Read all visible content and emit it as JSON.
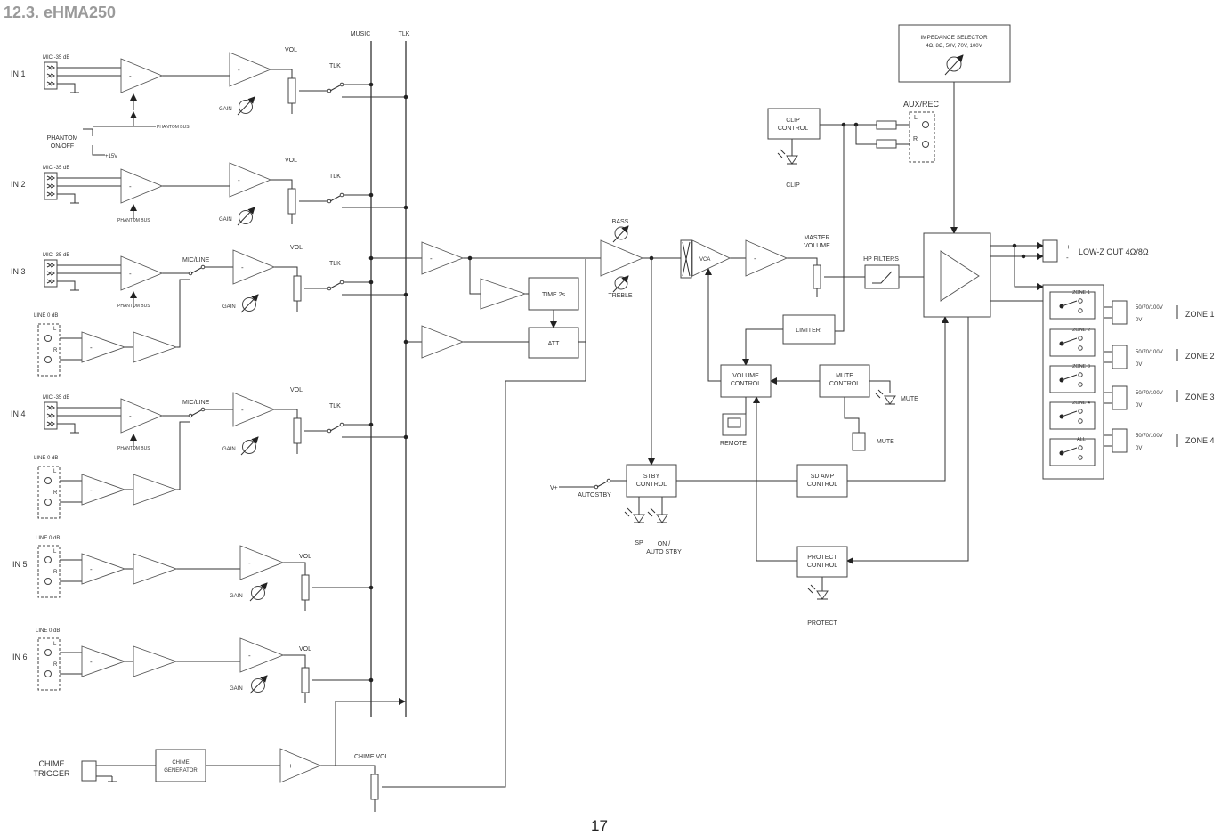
{
  "header": {
    "section_title": "12.3. eHMA250"
  },
  "footer": {
    "page_number": "17"
  },
  "bus_labels": {
    "music": "MUSIC",
    "talk": "TLK"
  },
  "inputs": [
    {
      "name": "IN 1",
      "mic_label": "MIC -35 dB",
      "phantom_label": "PHANTOM BUS",
      "vol_label": "VOL",
      "gain_label": "GAIN",
      "tlk_label": "TLK"
    },
    {
      "name": "IN 2",
      "mic_label": "MIC -35 dB",
      "phantom_label": "PHANTOM BUS",
      "vol_label": "VOL",
      "gain_label": "GAIN",
      "tlk_label": "TLK"
    },
    {
      "name": "IN 3",
      "mic_label": "MIC -35 dB",
      "phantom_label": "PHANTOM BUS",
      "line_label": "LINE 0 dB",
      "micline_label": "MIC/LINE",
      "vol_label": "VOL",
      "gain_label": "GAIN",
      "tlk_label": "TLK"
    },
    {
      "name": "IN 4",
      "mic_label": "MIC -35 dB",
      "phantom_label": "PHANTOM BUS",
      "line_label": "LINE 0 dB",
      "micline_label": "MIC/LINE",
      "vol_label": "VOL",
      "gain_label": "GAIN",
      "tlk_label": "TLK"
    },
    {
      "name": "IN 5",
      "line_label": "LINE 0 dB",
      "vol_label": "VOL",
      "gain_label": "GAIN"
    },
    {
      "name": "IN 6",
      "line_label": "LINE 0 dB",
      "vol_label": "VOL",
      "gain_label": "GAIN"
    }
  ],
  "phantom": {
    "label": "PHANTOM ON/OFF",
    "voltage": "+15V"
  },
  "channel_labels": {
    "left": "L",
    "right": "R"
  },
  "chime": {
    "trigger": "CHIME TRIGGER",
    "generator": "CHIME GENERATOR",
    "vol": "CHIME VOL"
  },
  "processing": {
    "time": "TIME 2s",
    "att": "ATT",
    "bass": "BASS",
    "treble": "TREBLE",
    "vca": "VCA",
    "master": "MASTER VOLUME",
    "hp_filters": "HP FILTERS"
  },
  "controls": {
    "clip": "CLIP CONTROL",
    "clip_led": "CLIP",
    "limiter": "LIMITER",
    "volume": "VOLUME CONTROL",
    "remote": "REMOTE",
    "mute": "MUTE CONTROL",
    "mute_led": "MUTE",
    "mute_in": "MUTE",
    "stby": "STBY CONTROL",
    "autostby": "AUTOSTBY",
    "vplus": "V+",
    "sp": "SP",
    "on_stby": "ON / AUTO STBY",
    "sd_amp": "SD AMP CONTROL",
    "protect": "PROTECT CONTROL",
    "protect_led": "PROTECT"
  },
  "impedance": {
    "title": "IMPEDANCE SELECTOR",
    "values": "4Ω, 8Ω, 50V, 70V, 100V"
  },
  "aux": {
    "label": "AUX/REC"
  },
  "outputs": {
    "lowz": "LOW-Z OUT 4Ω/8Ω",
    "plus": "+",
    "minus": "-"
  },
  "zones": [
    {
      "relay": "ZONE 1",
      "volts": "50/70/100V",
      "zero": "0V",
      "label": "ZONE 1"
    },
    {
      "relay": "ZONE 2",
      "volts": "50/70/100V",
      "zero": "0V",
      "label": "ZONE 2"
    },
    {
      "relay": "ZONE 3",
      "volts": "50/70/100V",
      "zero": "0V",
      "label": "ZONE 3"
    },
    {
      "relay": "ZONE 4",
      "volts": "50/70/100V",
      "zero": "0V",
      "label": "ZONE 4"
    },
    {
      "relay": "ALL",
      "volts": "50/70/100V",
      "zero": "0V",
      "label": "ZONE 4"
    }
  ]
}
